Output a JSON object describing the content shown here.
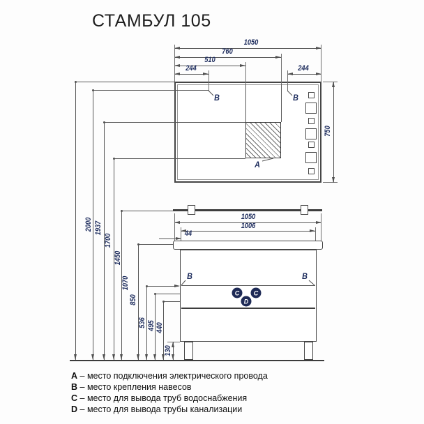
{
  "title": "СТАМБУЛ 105",
  "mirror": {
    "width_label": "1050",
    "width_760": "760",
    "width_510": "510",
    "offset_left": "244",
    "offset_right": "244",
    "height_label": "750"
  },
  "cabinet": {
    "width_label": "1050",
    "inner_width_label": "1006",
    "edge_offset_label": "44"
  },
  "heights": {
    "total": "2000",
    "hangers": "1937",
    "zone_a_top": "1700",
    "zone_a_bottom": "1450",
    "shelf": "1070",
    "countertop": "850",
    "niche_bottom": "536",
    "water_supply": "495",
    "drain": "440",
    "legs": "130"
  },
  "markers": {
    "a": "A",
    "b": "B",
    "c": "C",
    "d": "D"
  },
  "legend": [
    {
      "letter": "A",
      "text": "– место подключения электрического провода"
    },
    {
      "letter": "B",
      "text": "– место крепления навесов"
    },
    {
      "letter": "C",
      "text": "– место для вывода труб водоснабжения"
    },
    {
      "letter": "D",
      "text": "– место для вывода трубы канализации"
    }
  ],
  "colors": {
    "dimension_text": "#1c2b5c",
    "line": "#4f4f4f",
    "badge": "#1e2a56"
  }
}
